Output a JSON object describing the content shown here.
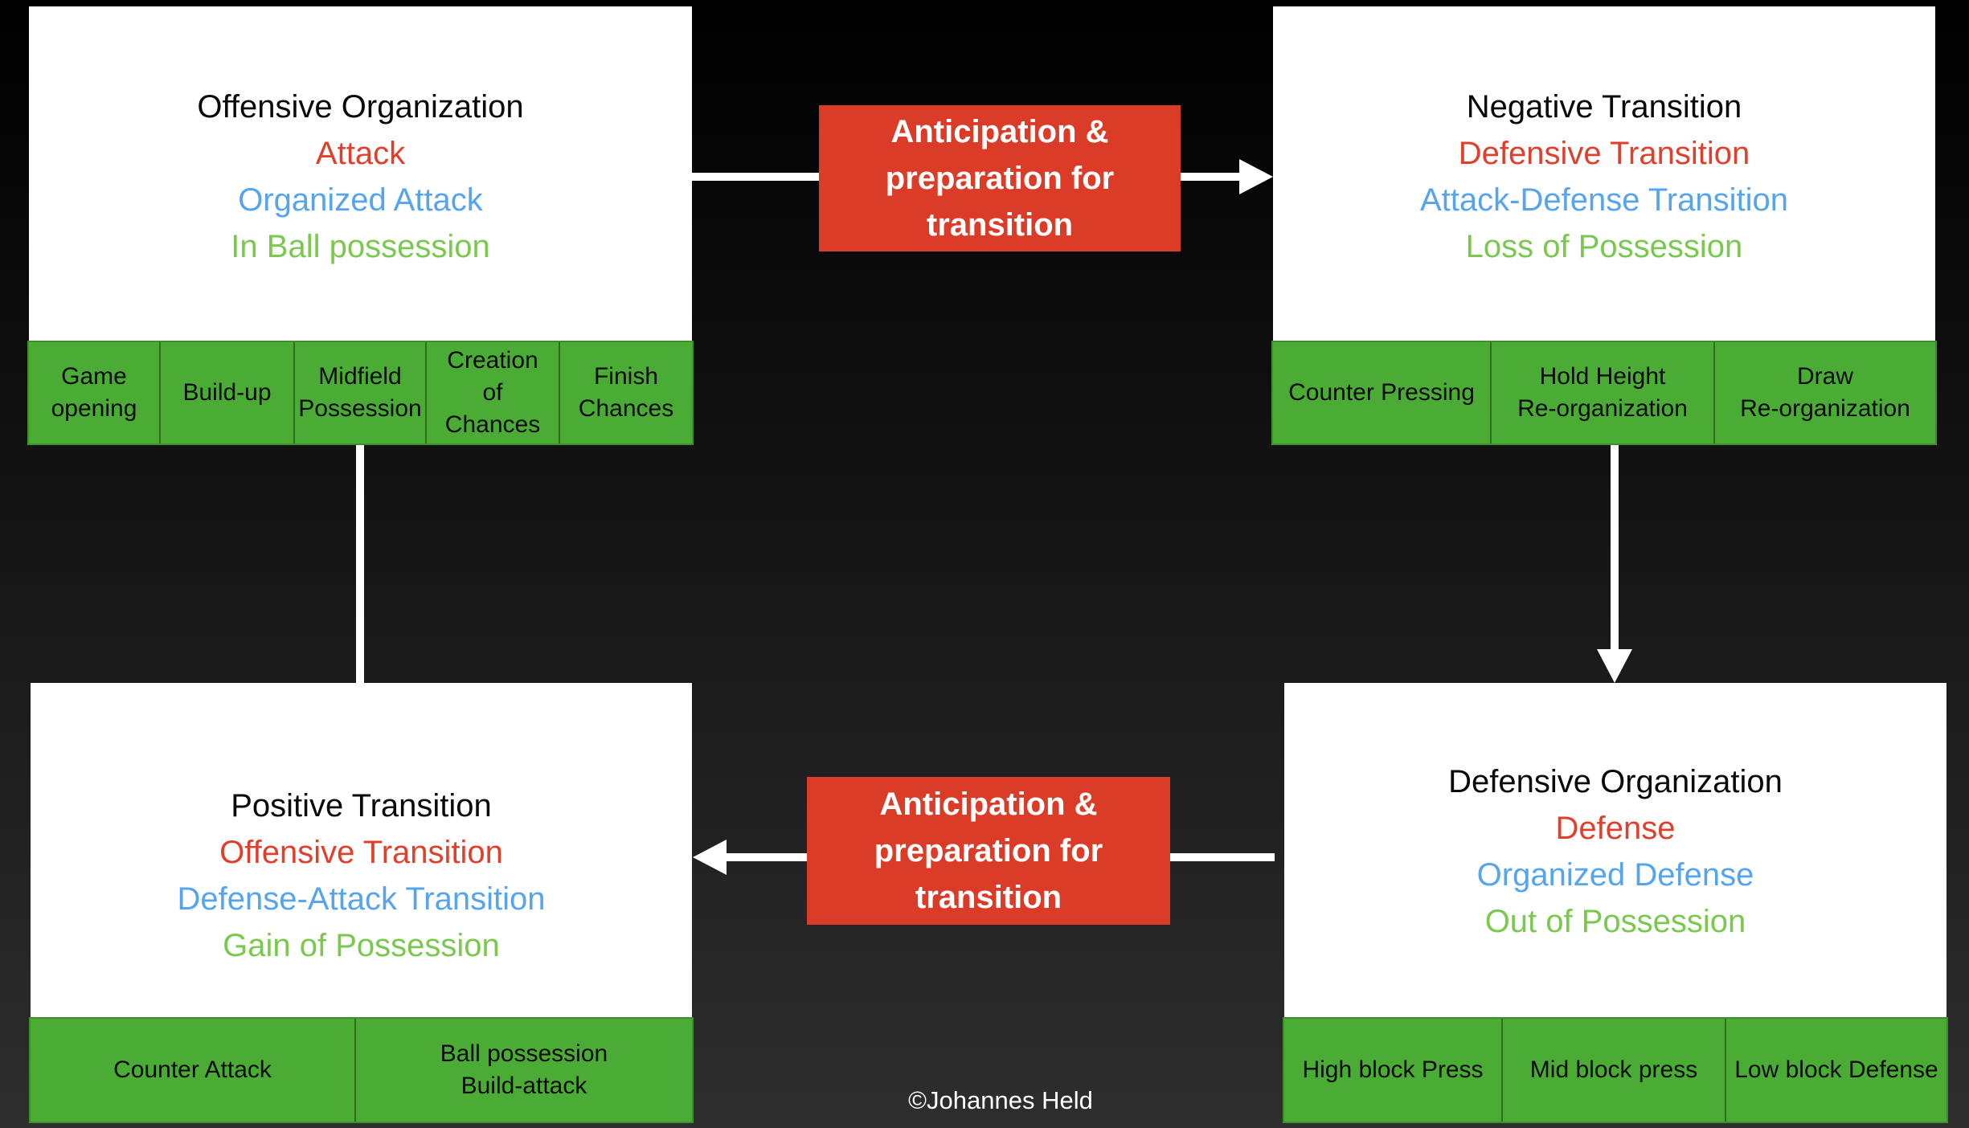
{
  "panels": {
    "offensive_organization": {
      "lines": [
        "Offensive Organization",
        "Attack",
        "Organized Attack",
        "In Ball possession"
      ],
      "phases": [
        "Game\nopening",
        "Build-up",
        "Midfield\nPossession",
        "Creation\nof\nChances",
        "Finish\nChances"
      ]
    },
    "negative_transition": {
      "lines": [
        "Negative Transition",
        "Defensive Transition",
        "Attack-Defense Transition",
        "Loss of Possession"
      ],
      "phases": [
        "Counter Pressing",
        "Hold Height\nRe-organization",
        "Draw\nRe-organization"
      ]
    },
    "positive_transition": {
      "lines": [
        "Positive Transition",
        "Offensive Transition",
        "Defense-Attack Transition",
        "Gain of Possession"
      ],
      "phases": [
        "Counter Attack",
        "Ball possession\nBuild-attack"
      ]
    },
    "defensive_organization": {
      "lines": [
        "Defensive Organization",
        "Defense",
        "Organized Defense",
        "Out of Possession"
      ],
      "phases": [
        "High block Press",
        "Mid block press",
        "Low block Defense"
      ]
    }
  },
  "banners": {
    "top": [
      "Anticipation &",
      "preparation for",
      "transition"
    ],
    "bottom": [
      "Anticipation &",
      "preparation for",
      "transition"
    ]
  },
  "credit": "©Johannes Held",
  "colors": {
    "background_top": "#000000",
    "background_bottom": "#2e2e2e",
    "panel": "#ffffff",
    "phase_cell": "#4aab35",
    "banner": "#db3c28",
    "heading": "#0a0a0a",
    "tier_red": "#e0402b",
    "tier_blue": "#56a5ec",
    "tier_green": "#7ac94e",
    "connector": "#ffffff"
  }
}
